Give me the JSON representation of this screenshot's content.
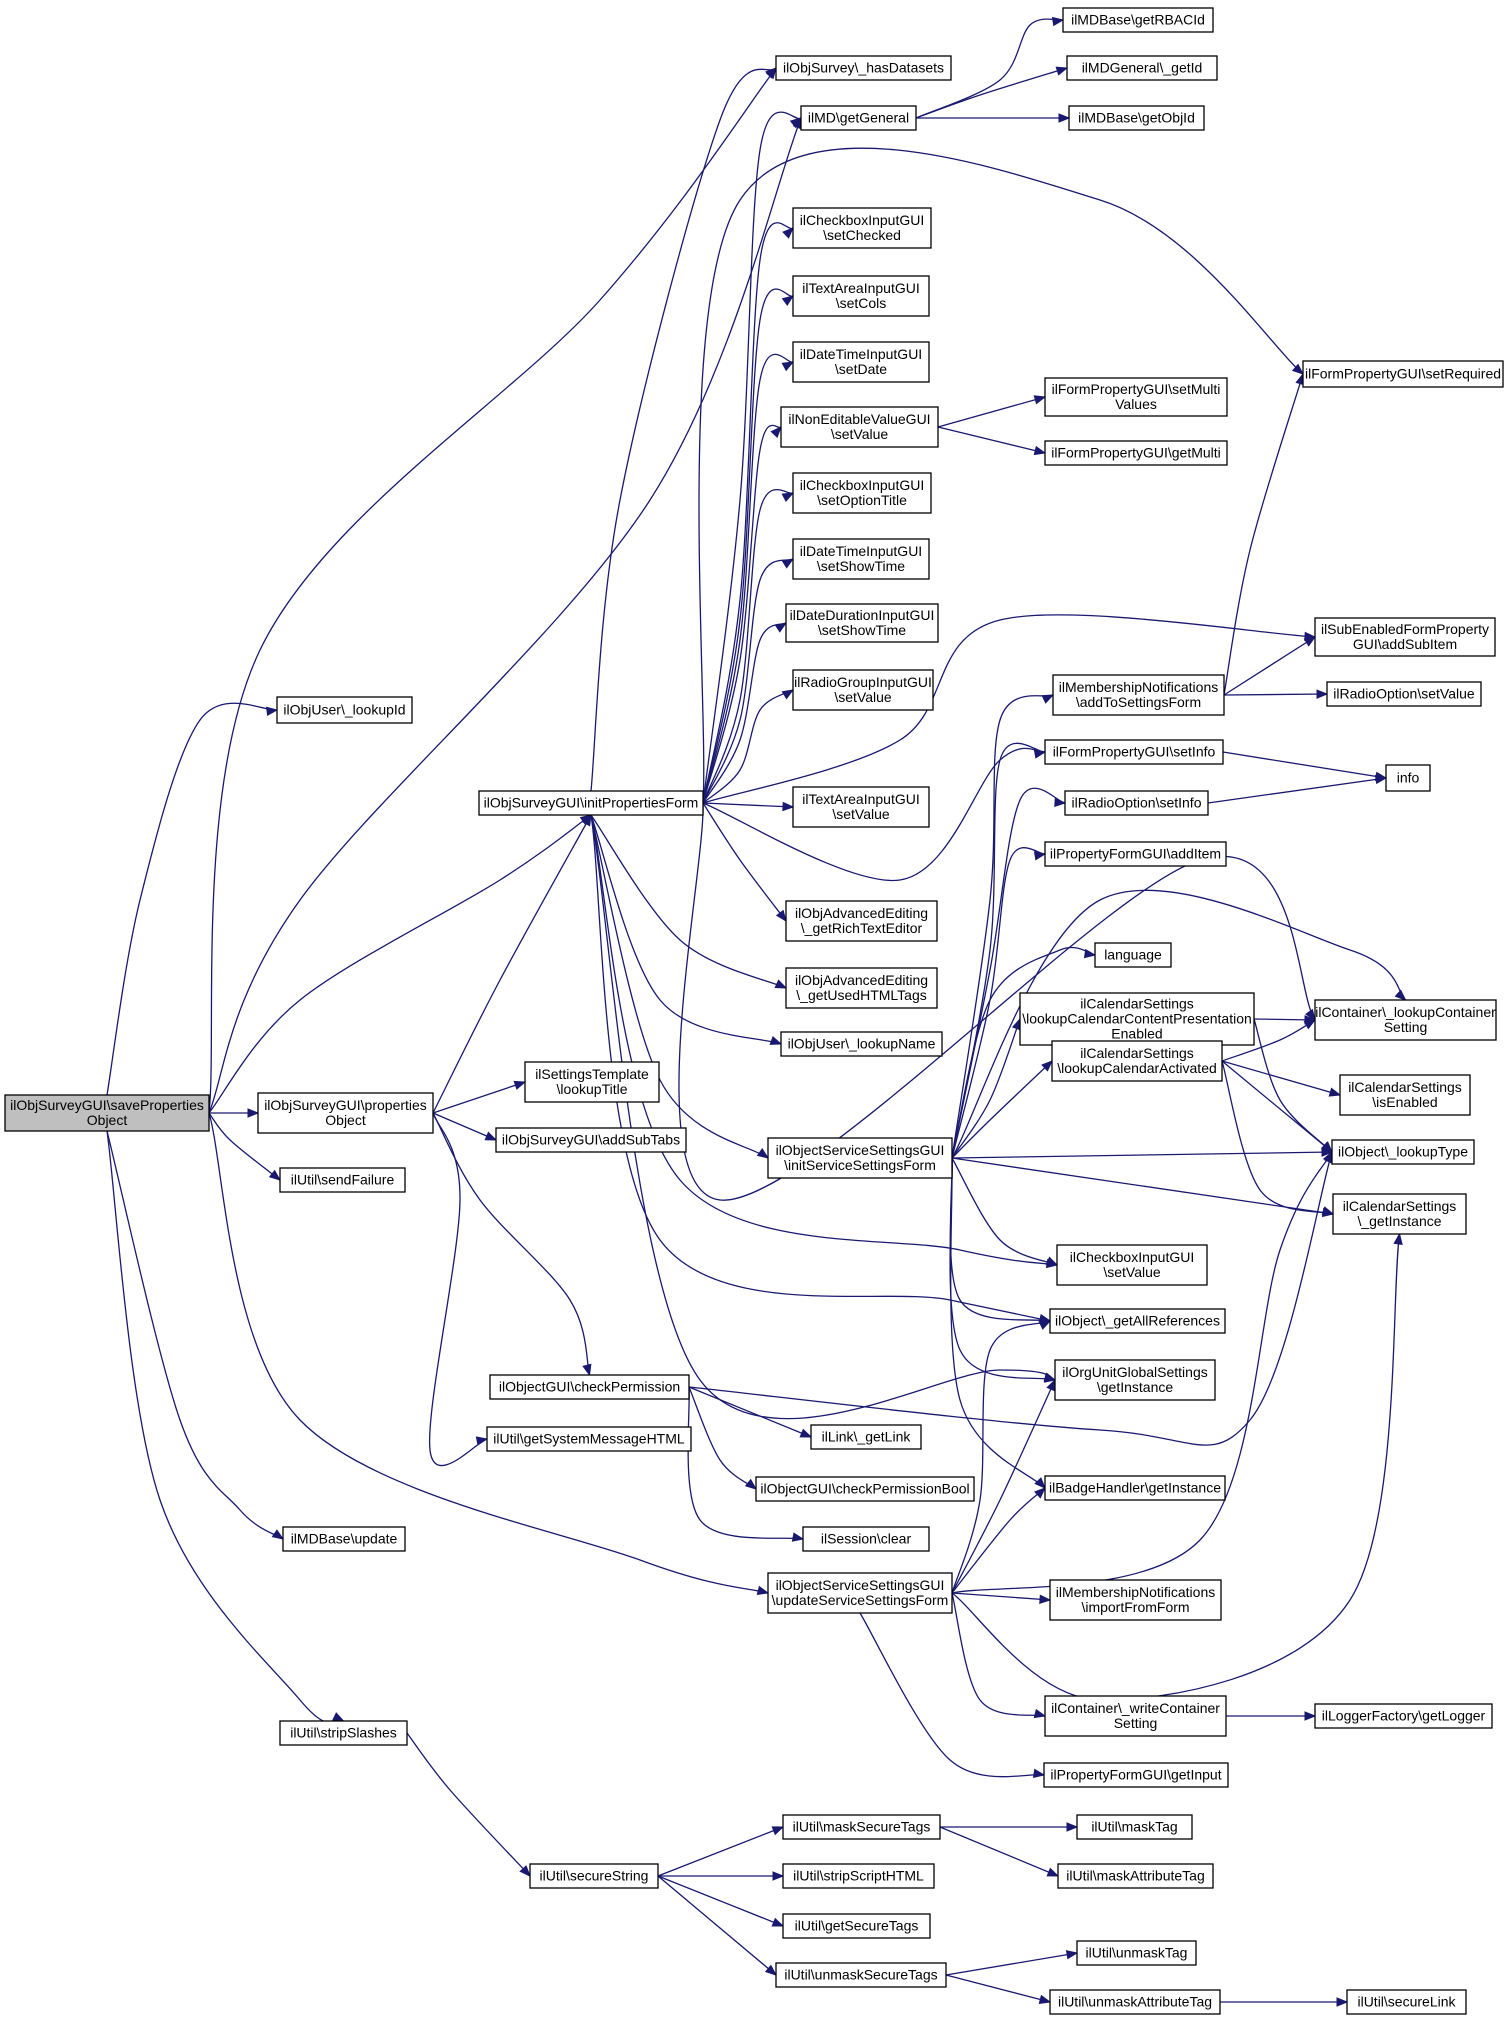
{
  "colors": {
    "edge": "#191970",
    "node_border": "#000000",
    "root_fill": "#bfbfbf",
    "node_fill": "#ffffff"
  },
  "nodes": [
    {
      "id": "root",
      "lines": [
        "ilObjSurveyGUI\\saveProperties",
        "Object"
      ],
      "root": true
    },
    {
      "id": "hasDatasets",
      "lines": [
        "ilObjSurvey\\_hasDatasets"
      ]
    },
    {
      "id": "getRBACId",
      "lines": [
        "ilMDBase\\getRBACId"
      ]
    },
    {
      "id": "mdGeneralGetId",
      "lines": [
        "ilMDGeneral\\_getId"
      ]
    },
    {
      "id": "getGeneral",
      "lines": [
        "ilMD\\getGeneral"
      ]
    },
    {
      "id": "getObjId",
      "lines": [
        "ilMDBase\\getObjId"
      ]
    },
    {
      "id": "cbSetChecked",
      "lines": [
        "ilCheckboxInputGUI",
        "\\setChecked"
      ]
    },
    {
      "id": "taSetCols",
      "lines": [
        "ilTextAreaInputGUI",
        "\\setCols"
      ]
    },
    {
      "id": "dtSetDate",
      "lines": [
        "ilDateTimeInputGUI",
        "\\setDate"
      ]
    },
    {
      "id": "setRequired",
      "lines": [
        "ilFormPropertyGUI\\setRequired"
      ]
    },
    {
      "id": "setMultiValues",
      "lines": [
        "ilFormPropertyGUI\\setMulti",
        "Values"
      ]
    },
    {
      "id": "nevSetValue",
      "lines": [
        "ilNonEditableValueGUI",
        "\\setValue"
      ]
    },
    {
      "id": "getMulti",
      "lines": [
        "ilFormPropertyGUI\\getMulti"
      ]
    },
    {
      "id": "cbSetOptionTitle",
      "lines": [
        "ilCheckboxInputGUI",
        "\\setOptionTitle"
      ]
    },
    {
      "id": "dtSetShowTime",
      "lines": [
        "ilDateTimeInputGUI",
        "\\setShowTime"
      ]
    },
    {
      "id": "ddSetShowTime",
      "lines": [
        "ilDateDurationInputGUI",
        "\\setShowTime"
      ]
    },
    {
      "id": "addSubItem",
      "lines": [
        "ilSubEnabledFormProperty",
        "GUI\\addSubItem"
      ]
    },
    {
      "id": "rgSetValue",
      "lines": [
        "ilRadioGroupInputGUI",
        "\\setValue"
      ]
    },
    {
      "id": "mnAddToSettingsForm",
      "lines": [
        "ilMembershipNotifications",
        "\\addToSettingsForm"
      ]
    },
    {
      "id": "roSetValue",
      "lines": [
        "ilRadioOption\\setValue"
      ]
    },
    {
      "id": "lookupId",
      "lines": [
        "ilObjUser\\_lookupId"
      ]
    },
    {
      "id": "fpSetInfo",
      "lines": [
        "ilFormPropertyGUI\\setInfo"
      ]
    },
    {
      "id": "info",
      "lines": [
        "info"
      ]
    },
    {
      "id": "initPropertiesForm",
      "lines": [
        "ilObjSurveyGUI\\initPropertiesForm"
      ]
    },
    {
      "id": "taSetValue",
      "lines": [
        "ilTextAreaInputGUI",
        "\\setValue"
      ]
    },
    {
      "id": "roSetInfo",
      "lines": [
        "ilRadioOption\\setInfo"
      ]
    },
    {
      "id": "pfAddItem",
      "lines": [
        "ilPropertyFormGUI\\addItem"
      ]
    },
    {
      "id": "getRichTextEditor",
      "lines": [
        "ilObjAdvancedEditing",
        "\\_getRichTextEditor"
      ]
    },
    {
      "id": "language",
      "lines": [
        "language"
      ]
    },
    {
      "id": "getUsedHTMLTags",
      "lines": [
        "ilObjAdvancedEditing",
        "\\_getUsedHTMLTags"
      ]
    },
    {
      "id": "csLookupContentPres",
      "lines": [
        "ilCalendarSettings",
        "\\lookupCalendarContentPresentation",
        "Enabled"
      ]
    },
    {
      "id": "lookupContainerSetting",
      "lines": [
        "ilContainer\\_lookupContainer",
        "Setting"
      ]
    },
    {
      "id": "lookupName",
      "lines": [
        "ilObjUser\\_lookupName"
      ]
    },
    {
      "id": "settingsTemplateTitle",
      "lines": [
        "ilSettingsTemplate",
        "\\lookupTitle"
      ]
    },
    {
      "id": "csLookupActivated",
      "lines": [
        "ilCalendarSettings",
        "\\lookupCalendarActivated"
      ]
    },
    {
      "id": "csIsEnabled",
      "lines": [
        "ilCalendarSettings",
        "\\isEnabled"
      ]
    },
    {
      "id": "propertiesObject",
      "lines": [
        "ilObjSurveyGUI\\properties",
        "Object"
      ]
    },
    {
      "id": "addSubTabs",
      "lines": [
        "ilObjSurveyGUI\\addSubTabs"
      ]
    },
    {
      "id": "ossInit",
      "lines": [
        "ilObjectServiceSettingsGUI",
        "\\initServiceSettingsForm"
      ]
    },
    {
      "id": "lookupType",
      "lines": [
        "ilObject\\_lookupType"
      ]
    },
    {
      "id": "sendFailure",
      "lines": [
        "ilUtil\\sendFailure"
      ]
    },
    {
      "id": "csGetInstance",
      "lines": [
        "ilCalendarSettings",
        "\\_getInstance"
      ]
    },
    {
      "id": "cbSetValue",
      "lines": [
        "ilCheckboxInputGUI",
        "\\setValue"
      ]
    },
    {
      "id": "getAllReferences",
      "lines": [
        "ilObject\\_getAllReferences"
      ]
    },
    {
      "id": "orgUnitGetInstance",
      "lines": [
        "ilOrgUnitGlobalSettings",
        "\\getInstance"
      ]
    },
    {
      "id": "checkPermission",
      "lines": [
        "ilObjectGUI\\checkPermission"
      ]
    },
    {
      "id": "getSystemMessageHTML",
      "lines": [
        "ilUtil\\getSystemMessageHTML"
      ]
    },
    {
      "id": "getLink",
      "lines": [
        "ilLink\\_getLink"
      ]
    },
    {
      "id": "checkPermissionBool",
      "lines": [
        "ilObjectGUI\\checkPermissionBool"
      ]
    },
    {
      "id": "badgeGetInstance",
      "lines": [
        "ilBadgeHandler\\getInstance"
      ]
    },
    {
      "id": "sessionClear",
      "lines": [
        "ilSession\\clear"
      ]
    },
    {
      "id": "mdUpdate",
      "lines": [
        "ilMDBase\\update"
      ]
    },
    {
      "id": "ossUpdate",
      "lines": [
        "ilObjectServiceSettingsGUI",
        "\\updateServiceSettingsForm"
      ]
    },
    {
      "id": "mnImportFromForm",
      "lines": [
        "ilMembershipNotifications",
        "\\importFromForm"
      ]
    },
    {
      "id": "writeContainerSetting",
      "lines": [
        "ilContainer\\_writeContainer",
        "Setting"
      ]
    },
    {
      "id": "loggerGetLogger",
      "lines": [
        "ilLoggerFactory\\getLogger"
      ]
    },
    {
      "id": "stripSlashes",
      "lines": [
        "ilUtil\\stripSlashes"
      ]
    },
    {
      "id": "pfGetInput",
      "lines": [
        "ilPropertyFormGUI\\getInput"
      ]
    },
    {
      "id": "maskSecureTags",
      "lines": [
        "ilUtil\\maskSecureTags"
      ]
    },
    {
      "id": "maskTag",
      "lines": [
        "ilUtil\\maskTag"
      ]
    },
    {
      "id": "secureString",
      "lines": [
        "ilUtil\\secureString"
      ]
    },
    {
      "id": "stripScriptHTML",
      "lines": [
        "ilUtil\\stripScriptHTML"
      ]
    },
    {
      "id": "maskAttributeTag",
      "lines": [
        "ilUtil\\maskAttributeTag"
      ]
    },
    {
      "id": "getSecureTags",
      "lines": [
        "ilUtil\\getSecureTags"
      ]
    },
    {
      "id": "unmaskTag",
      "lines": [
        "ilUtil\\unmaskTag"
      ]
    },
    {
      "id": "unmaskSecureTags",
      "lines": [
        "ilUtil\\unmaskSecureTags"
      ]
    },
    {
      "id": "unmaskAttributeTag",
      "lines": [
        "ilUtil\\unmaskAttributeTag"
      ]
    },
    {
      "id": "secureLink",
      "lines": [
        "ilUtil\\secureLink"
      ]
    }
  ]
}
